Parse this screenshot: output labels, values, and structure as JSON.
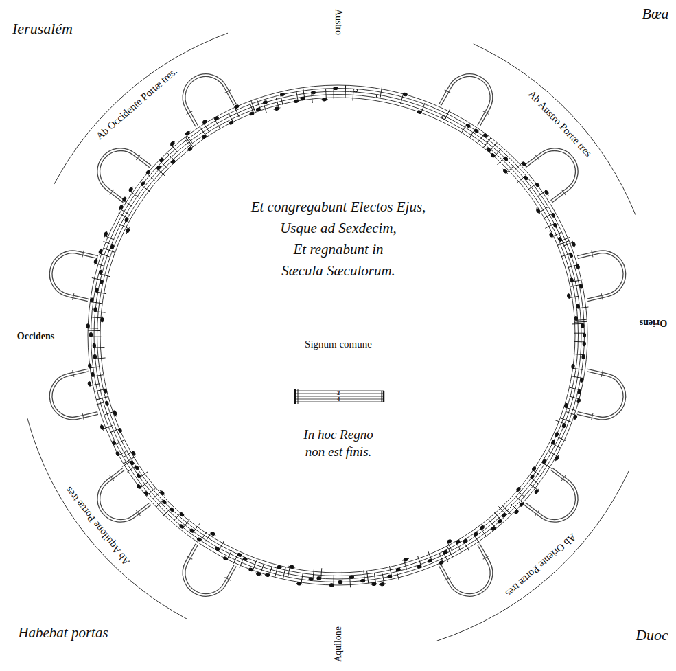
{
  "diagram": {
    "labels": [
      "Ierusalém",
      "Austro",
      "Bœa",
      "Ab Occidente Portæ tres.",
      "Ab Austro Portæ tres",
      "Et congregabunt Electos Ejus,",
      "Usque ad Sexdecim,",
      "Et regnabunt in",
      "Sæcula Sæculorum.",
      "Occidens",
      "Signum comune",
      "Oriens",
      "3",
      "4",
      "In hoc Regno",
      "non est finis.",
      "Ab Aquilone Portæ tres",
      "Ab Oriente Portæ tres",
      "Habebat portas",
      "Aquilone",
      "Duoc"
    ]
  }
}
